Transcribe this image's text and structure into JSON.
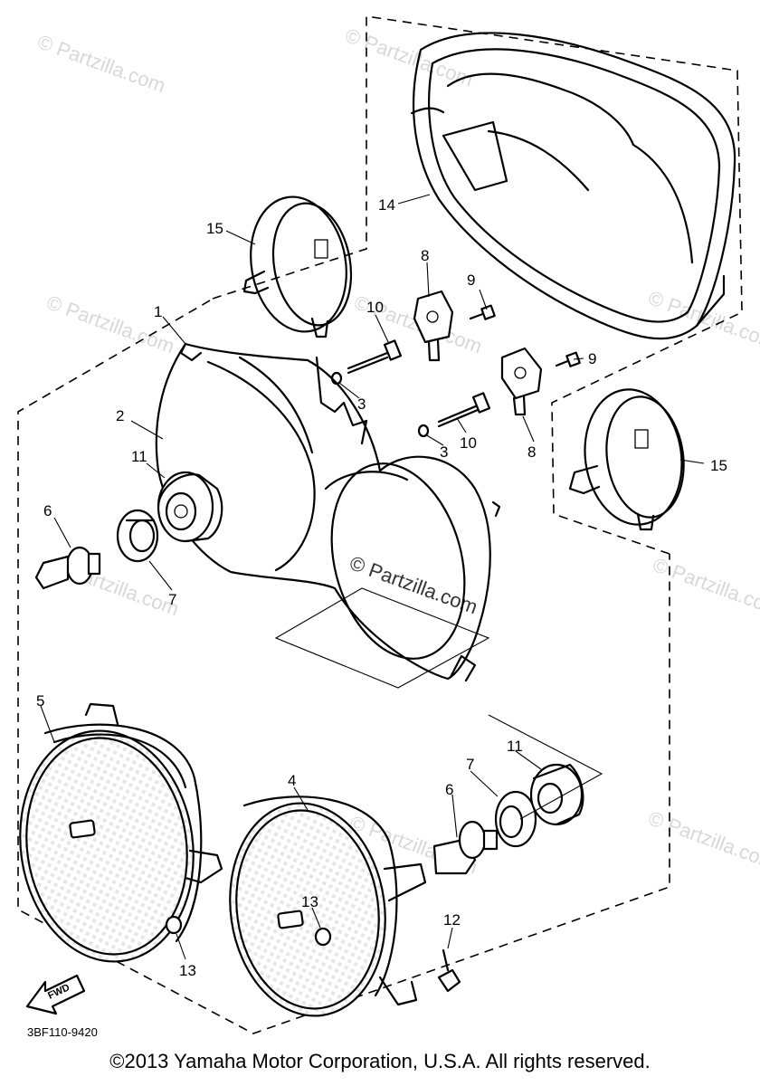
{
  "diagram": {
    "watermark": "© Partzilla.com",
    "diagram_code": "3BF110-9420",
    "fwd_label": "FWD",
    "callouts": {
      "c1": "1",
      "c2": "2",
      "c3a": "3",
      "c3b": "3",
      "c4": "4",
      "c5": "5",
      "c6a": "6",
      "c6b": "6",
      "c7a": "7",
      "c7b": "7",
      "c8a": "8",
      "c8b": "8",
      "c9a": "9",
      "c9b": "9",
      "c10a": "10",
      "c10b": "10",
      "c11a": "11",
      "c11b": "11",
      "c12": "12",
      "c13a": "13",
      "c13b": "13",
      "c14": "14",
      "c15a": "15",
      "c15b": "15"
    }
  },
  "footer": {
    "copyright": "©2013 Yamaha Motor Corporation, U.S.A. All rights reserved."
  }
}
